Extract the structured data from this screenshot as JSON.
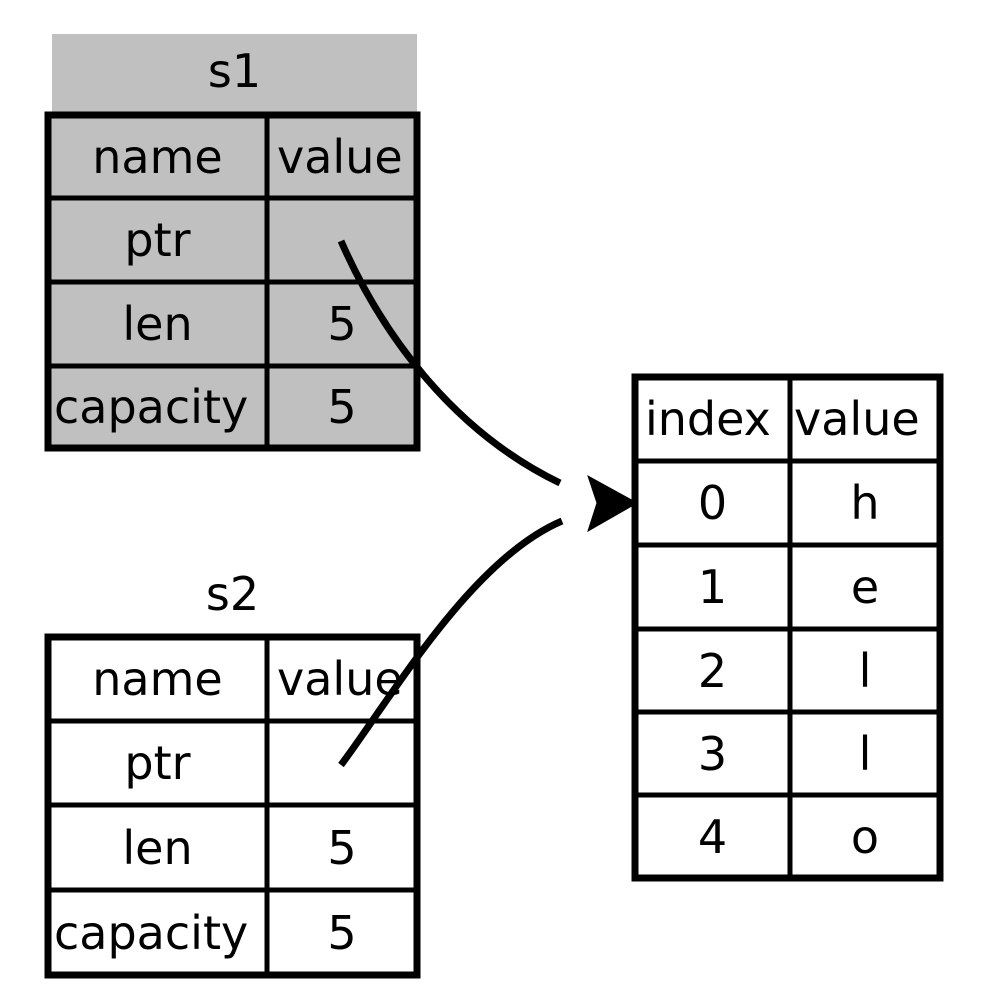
{
  "diagram": {
    "title_s1": "s1",
    "title_s2": "s2",
    "colors": {
      "s1_fill": "#c0c0c0",
      "s2_fill": "#ffffff",
      "data_fill": "#ffffff",
      "stroke": "#000000",
      "background": "#ffffff"
    }
  },
  "s1_struct": {
    "name": "s1",
    "columns": [
      "name",
      "value"
    ],
    "rows": [
      {
        "name": "ptr",
        "value": ""
      },
      {
        "name": "len",
        "value": "5"
      },
      {
        "name": "capacity",
        "value": "5"
      }
    ]
  },
  "s2_struct": {
    "name": "s2",
    "columns": [
      "name",
      "value"
    ],
    "rows": [
      {
        "name": "ptr",
        "value": ""
      },
      {
        "name": "len",
        "value": "5"
      },
      {
        "name": "capacity",
        "value": "5"
      }
    ]
  },
  "data_table": {
    "columns": [
      "index",
      "value"
    ],
    "rows": [
      {
        "index": "0",
        "value": "h"
      },
      {
        "index": "1",
        "value": "e"
      },
      {
        "index": "2",
        "value": "l"
      },
      {
        "index": "3",
        "value": "l"
      },
      {
        "index": "4",
        "value": "o"
      }
    ]
  },
  "edges": [
    {
      "from": "s1.ptr",
      "to": "data_table.row0",
      "arrowhead": "filled-triangle"
    },
    {
      "from": "s2.ptr",
      "to": "data_table.row0",
      "arrowhead": "filled-triangle"
    }
  ]
}
